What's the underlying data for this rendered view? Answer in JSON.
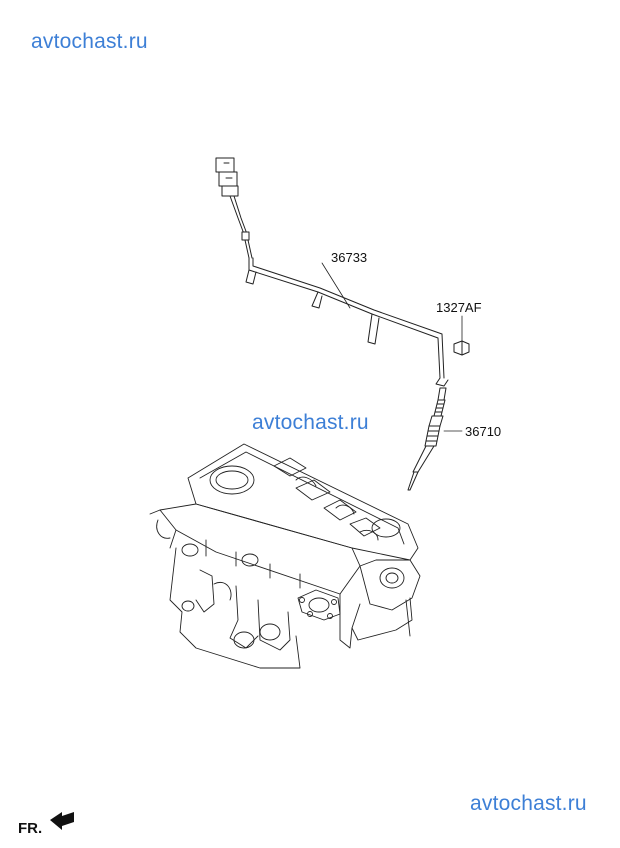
{
  "watermarks": {
    "top": "avtochast.ru",
    "middle": "avtochast.ru",
    "bottom": "avtochast.ru"
  },
  "parts": {
    "harness": "36733",
    "nut": "1327AF",
    "glow_plug": "36710"
  },
  "direction": {
    "label": "FR.",
    "icon": "arrow-icon"
  },
  "colors": {
    "watermark": "#3d7fd6",
    "line": "#222222"
  }
}
